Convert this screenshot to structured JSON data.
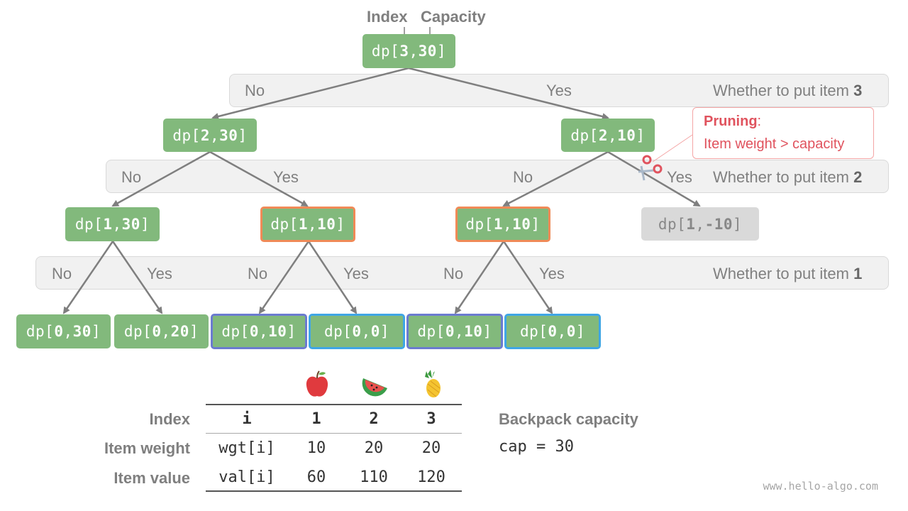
{
  "header": {
    "index_label": "Index",
    "capacity_label": "Capacity"
  },
  "bands": [
    {
      "no": "No",
      "yes": "Yes",
      "question": "Whether to put item ",
      "item": "3"
    },
    {
      "no": "No",
      "yes": "Yes",
      "no2": "No",
      "yes2": "Yes",
      "question": "Whether to put item ",
      "item": "2"
    },
    {
      "no": "No",
      "yes": "Yes",
      "no2": "No",
      "yes2": "Yes",
      "no3": "No",
      "yes3": "Yes",
      "question": "Whether to put item ",
      "item": "1"
    }
  ],
  "nodes": {
    "root": {
      "pre": "dp[",
      "i": "3",
      "sep": ",",
      "c": "30",
      "post": "]"
    },
    "l1a": {
      "pre": "dp[",
      "i": "2",
      "sep": ",",
      "c": "30",
      "post": "]"
    },
    "l1b": {
      "pre": "dp[",
      "i": "2",
      "sep": ",",
      "c": "10",
      "post": "]"
    },
    "l2a": {
      "pre": "dp[",
      "i": "1",
      "sep": ",",
      "c": "30",
      "post": "]"
    },
    "l2b": {
      "pre": "dp[",
      "i": "1",
      "sep": ",",
      "c": "10",
      "post": "]"
    },
    "l2c": {
      "pre": "dp[",
      "i": "1",
      "sep": ",",
      "c": "10",
      "post": "]"
    },
    "l2d": {
      "pre": "dp[",
      "i": "1",
      "sep": ",",
      "c": "-10",
      "post": "]"
    },
    "l3a": {
      "pre": "dp[",
      "i": "0",
      "sep": ",",
      "c": "30",
      "post": "]"
    },
    "l3b": {
      "pre": "dp[",
      "i": "0",
      "sep": ",",
      "c": "20",
      "post": "]"
    },
    "l3c": {
      "pre": "dp[",
      "i": "0",
      "sep": ",",
      "c": "10",
      "post": "]"
    },
    "l3d": {
      "pre": "dp[",
      "i": "0",
      "sep": ",",
      "c": "0",
      "post": "]"
    },
    "l3e": {
      "pre": "dp[",
      "i": "0",
      "sep": ",",
      "c": "10",
      "post": "]"
    },
    "l3f": {
      "pre": "dp[",
      "i": "0",
      "sep": ",",
      "c": "0",
      "post": "]"
    }
  },
  "pruning": {
    "title": "Pruning",
    "colon": ":",
    "text": "Item weight > capacity"
  },
  "table": {
    "row_labels": [
      "Index",
      "Item weight",
      "Item value"
    ],
    "header": [
      "i",
      "1",
      "2",
      "3"
    ],
    "wgt": [
      "wgt[i]",
      "10",
      "20",
      "20"
    ],
    "val": [
      "val[i]",
      "60",
      "110",
      "120"
    ],
    "icons": [
      "apple-icon",
      "watermelon-icon",
      "pineapple-icon"
    ]
  },
  "capacity": {
    "title": "Backpack capacity",
    "expr": "cap = 30"
  },
  "watermark": "www.hello-algo.com",
  "colors": {
    "node_fill": "#82b97c",
    "duplicate_border": "#f08a57",
    "leaf_border_a": "#6b7bd0",
    "leaf_border_b": "#3fa6e6",
    "pruned_fill": "#d9d9d9",
    "pruning_text": "#e0535e",
    "edge": "#7f7f7f"
  }
}
